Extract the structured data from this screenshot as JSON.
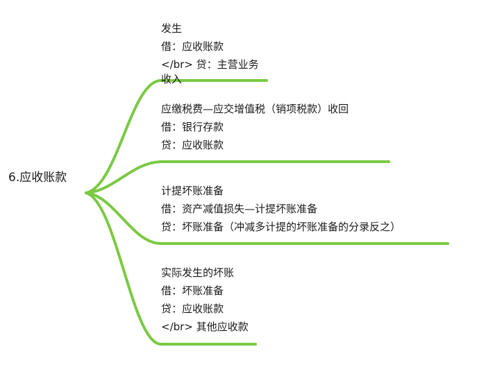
{
  "root": {
    "label": "6.应收账款"
  },
  "branches": [
    {
      "lines": [
        "发生",
        "借：应收账款",
        "</br> 贷：主营业务",
        "收入"
      ]
    },
    {
      "lines": [
        "应缴税费—应交增值税（销项税款）收回",
        "借：银行存款",
        "贷：应收账款"
      ]
    },
    {
      "lines": [
        "计提坏账准备",
        "借：资产减值损失—计提坏账准备",
        "贷：坏账准备（冲减多计提的坏账准备的分录反之）"
      ]
    },
    {
      "lines": [
        "实际发生的坏账",
        "借：坏账准备",
        "贷：应收账款",
        "</br> 其他应收款"
      ]
    }
  ],
  "colors": {
    "branch_line": "#7ac943",
    "text": "#1a1a1a",
    "background": "#ffffff"
  }
}
